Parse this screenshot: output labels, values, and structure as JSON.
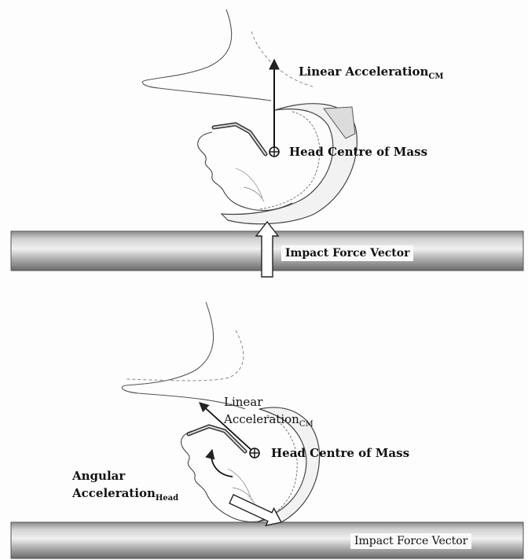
{
  "top_panel": {
    "linear_label": "Linear Acceleration",
    "linear_sub": "CM",
    "com_label": "Head Centre of Mass",
    "impact_label": "Impact Force Vector"
  },
  "bottom_panel": {
    "linear_line1": "Linear",
    "linear_line2": "Acceleration",
    "linear_sub": "CM",
    "com_label": "Head Centre of Mass",
    "angular_line1": "Angular",
    "angular_line2": "Acceleration",
    "angular_sub": "Head",
    "impact_label": "Impact Force Vector"
  }
}
